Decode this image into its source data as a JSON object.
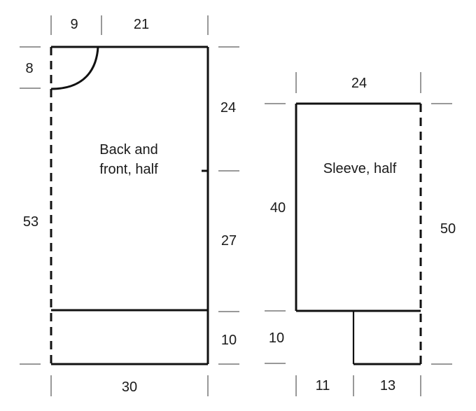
{
  "back_front": {
    "title_line1": "Back and",
    "title_line2": "front, half",
    "dims": {
      "neck_width": "9",
      "shoulder_width": "21",
      "neck_depth": "8",
      "total_length": "53",
      "armhole_depth": "24",
      "body_to_armhole": "27",
      "rib_height": "10",
      "width": "30"
    }
  },
  "sleeve": {
    "title": "Sleeve, half",
    "dims": {
      "top_width": "24",
      "sleeve_length": "40",
      "total_length": "50",
      "cuff_height": "10",
      "cuff_offset": "11",
      "cuff_width": "13"
    }
  }
}
